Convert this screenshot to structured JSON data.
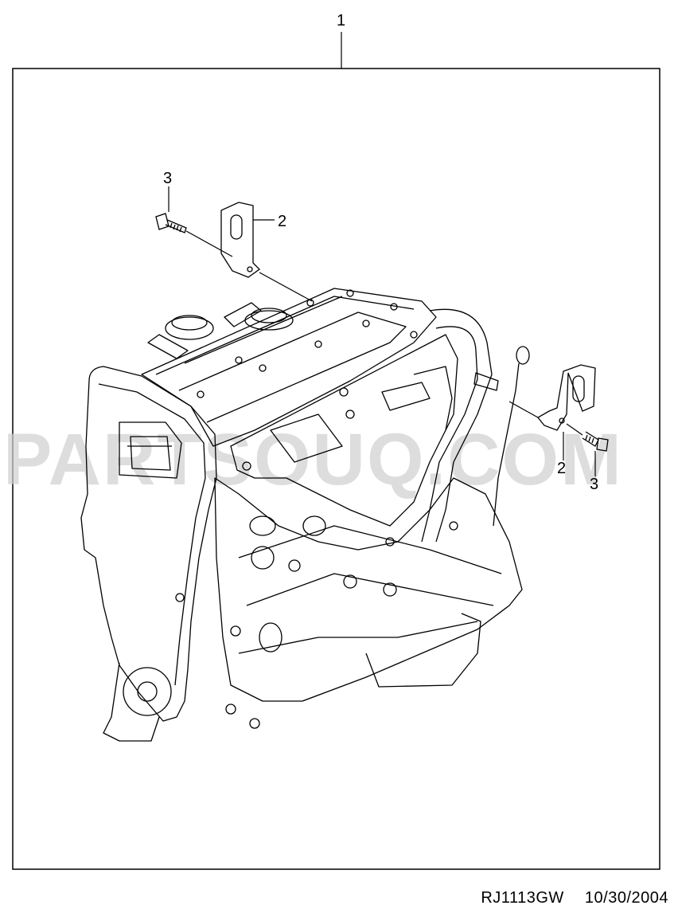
{
  "callouts": {
    "assembly": "1",
    "bracket_left": "2",
    "bolt_left": "3",
    "bracket_right": "2",
    "bolt_right": "3"
  },
  "watermark": "PARTSOUQ.COM",
  "footer": {
    "drawing_code": "RJ1113GW",
    "date": "10/30/2004"
  },
  "colors": {
    "line": "#000000",
    "watermark": "#cfcfcf",
    "background": "#ffffff"
  }
}
